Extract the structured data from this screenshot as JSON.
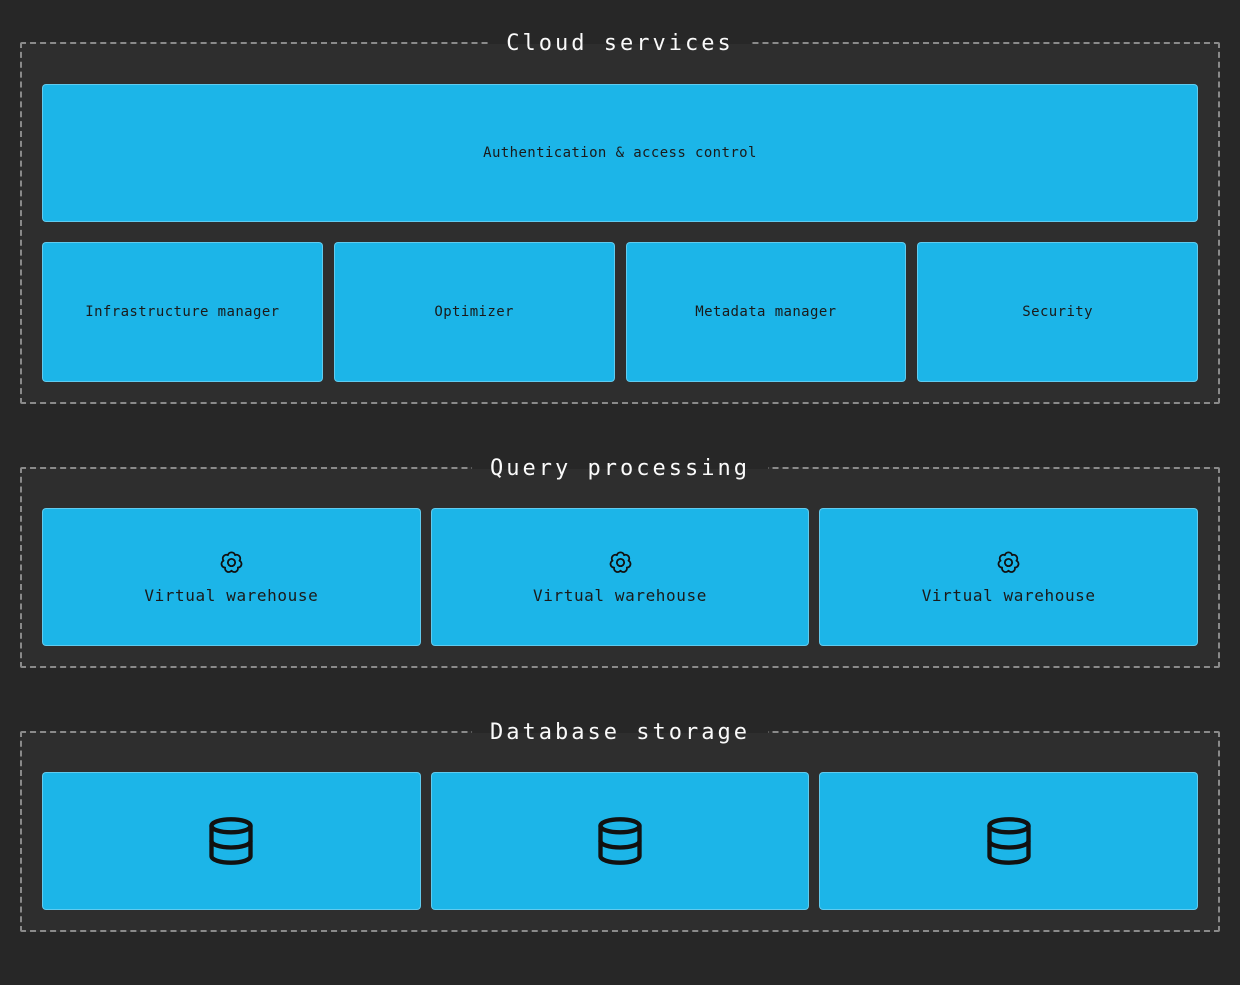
{
  "palette": {
    "page_background": "#272727",
    "section_background": "#2e2e2e",
    "section_border": "#8a8a8a",
    "box_fill": "#1cb5e8",
    "box_text": "#1a1a1a",
    "title_text": "#fafafa",
    "icon_stroke": "#111111"
  },
  "sections": {
    "cloud_services": {
      "title": "Cloud services",
      "auth_box": "Authentication & access control",
      "boxes": [
        "Infrastructure manager",
        "Optimizer",
        "Metadata manager",
        "Security"
      ]
    },
    "query_processing": {
      "title": "Query processing",
      "warehouses": [
        {
          "icon": "gear-icon",
          "label": "Virtual warehouse"
        },
        {
          "icon": "gear-icon",
          "label": "Virtual warehouse"
        },
        {
          "icon": "gear-icon",
          "label": "Virtual warehouse"
        }
      ]
    },
    "database_storage": {
      "title": "Database storage",
      "databases": [
        {
          "icon": "database-icon"
        },
        {
          "icon": "database-icon"
        },
        {
          "icon": "database-icon"
        }
      ]
    }
  }
}
